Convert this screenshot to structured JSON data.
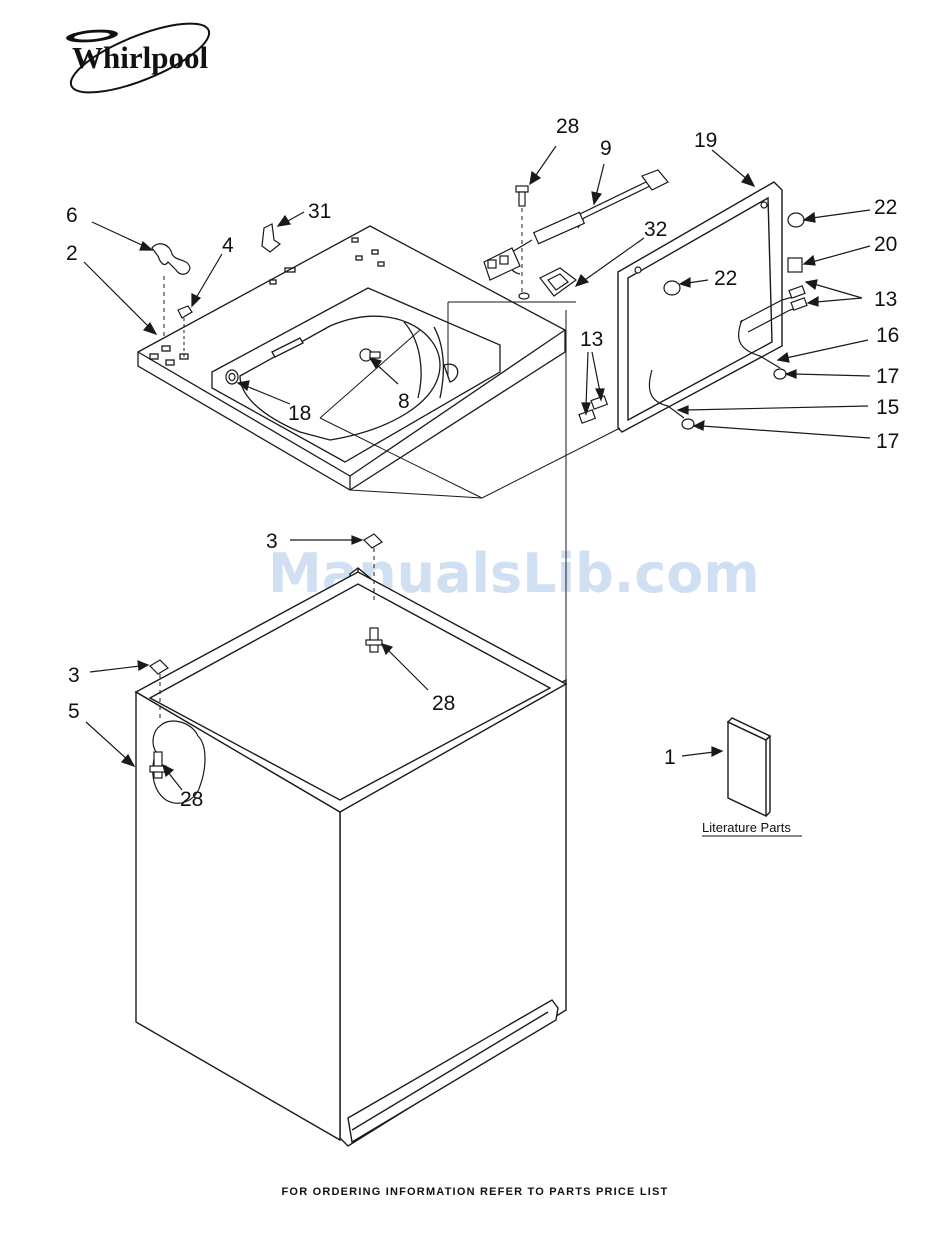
{
  "brand": {
    "logo_text": "Whirlpool"
  },
  "watermark": {
    "text": "ManualsLib.com"
  },
  "literature_label": "Literature Parts",
  "footer": {
    "text": "FOR ORDERING INFORMATION REFER TO PARTS PRICE LIST"
  },
  "callouts": {
    "c28a": "28",
    "c9": "9",
    "c19": "19",
    "c6": "6",
    "c31": "31",
    "c32": "32",
    "c22a": "22",
    "c4": "4",
    "c2": "2",
    "c20": "20",
    "c22b": "22",
    "c13a": "13",
    "c13b": "13",
    "c16": "16",
    "c8": "8",
    "c18": "18",
    "c17a": "17",
    "c15": "15",
    "c17b": "17",
    "c3a": "3",
    "c3b": "3",
    "c28b": "28",
    "c5": "5",
    "c1": "1",
    "c28c": "28"
  },
  "colors": {
    "line": "#1a1a1a",
    "panel": "#ffffff",
    "watermark": "#c9daf2"
  }
}
